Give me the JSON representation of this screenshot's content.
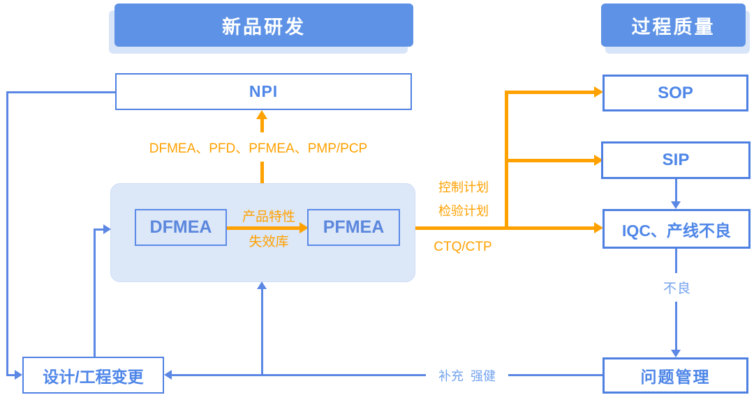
{
  "colors": {
    "header-fill": "#5D92E6",
    "header-shadow": "#D8E4F8",
    "blue": "#5B87E5",
    "box-border": "#4E80E2",
    "box-text": "#4E86E8",
    "light-blue-text": "#74A3EE",
    "orange": "#FFA101",
    "container-fill": "#DCE7F8"
  },
  "headers": {
    "left": "新品研发",
    "right": "过程质量"
  },
  "boxes": {
    "npi": "NPI",
    "dfmea": "DFMEA",
    "pfmea": "PFMEA",
    "sop": "SOP",
    "sip": "SIP",
    "iqc": "IQC、产线不良",
    "issue_management": "问题管理",
    "design_change": "设计/工程变更"
  },
  "labels": {
    "npi_inputs": "DFMEA、PFD、PFMEA、PMP/PCP",
    "product_traits": "产品特性",
    "failure_library": "失效库",
    "control_plan": "控制计划",
    "inspection_plan": "检验计划",
    "ctq_ctp": "CTQ/CTP",
    "defect": "不良",
    "supplement": "补充  强健"
  }
}
